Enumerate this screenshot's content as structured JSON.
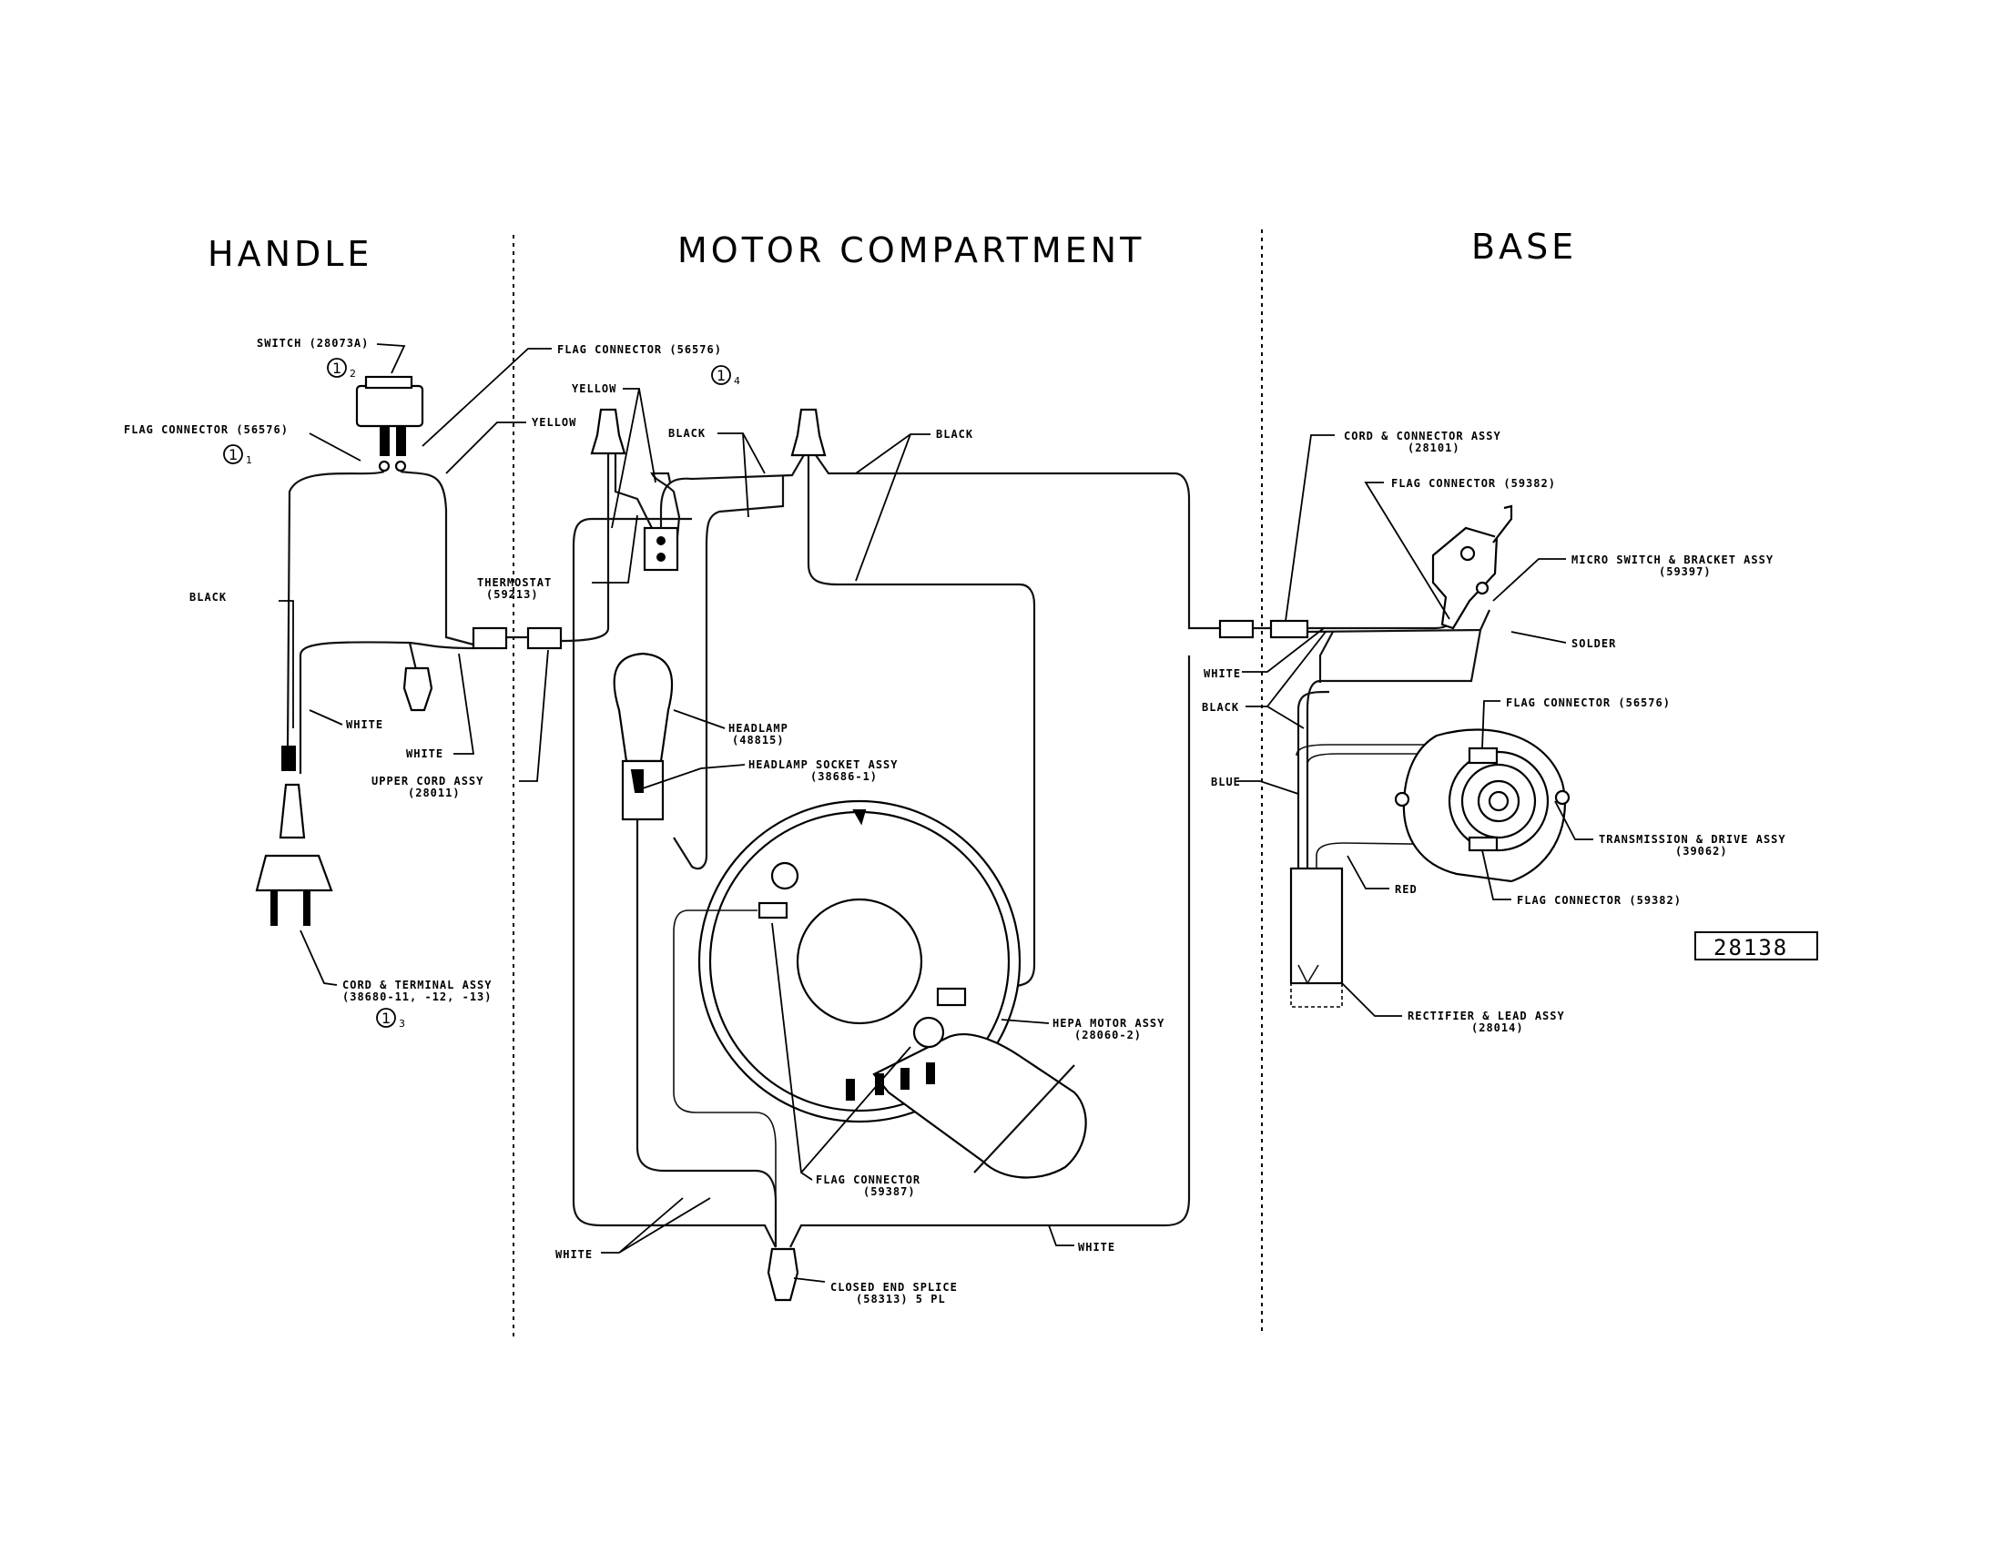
{
  "sections": {
    "handle": "HANDLE",
    "motor": "MOTOR COMPARTMENT",
    "base": "BASE"
  },
  "labels": {
    "switch": "SWITCH (28073A)",
    "flag_56576_a": "FLAG CONNECTOR (56576)",
    "flag_56576_b": "FLAG CONNECTOR (56576)",
    "yellow_1": "YELLOW",
    "yellow_2": "YELLOW",
    "black_1": "BLACK",
    "black_2": "BLACK",
    "black_3": "BLACK",
    "thermostat_1": "THERMOSTAT",
    "thermostat_2": "(59213)",
    "white_1": "WHITE",
    "white_2": "WHITE",
    "upper_cord_1": "UPPER CORD ASSY",
    "upper_cord_2": "(28011)",
    "cord_terminal_1": "CORD & TERMINAL ASSY",
    "cord_terminal_2": "(38680-11, -12, -13)",
    "headlamp_1": "HEADLAMP",
    "headlamp_2": "(48815)",
    "headlamp_socket_1": "HEADLAMP SOCKET ASSY",
    "headlamp_socket_2": "(38686-1)",
    "hepa_1": "HEPA MOTOR ASSY",
    "hepa_2": "(28060-2)",
    "flag_59387_1": "FLAG CONNECTOR",
    "flag_59387_2": "(59387)",
    "white_3": "WHITE",
    "white_4": "WHITE",
    "splice_1": "CLOSED END SPLICE",
    "splice_2": "(58313) 5 PL",
    "cord_conn_1": "CORD & CONNECTOR ASSY",
    "cord_conn_2": "(28101)",
    "flag_59382_a": "FLAG CONNECTOR (59382)",
    "micro_1": "MICRO SWITCH & BRACKET ASSY",
    "micro_2": "(59397)",
    "solder": "SOLDER",
    "white_5": "WHITE",
    "black_4": "BLACK",
    "flag_56576_c": "FLAG CONNECTOR (56576)",
    "blue": "BLUE",
    "trans_1": "TRANSMISSION & DRIVE ASSY",
    "trans_2": "(39062)",
    "red": "RED",
    "flag_59382_b": "FLAG CONNECTOR (59382)",
    "rectifier_1": "RECTIFIER & LEAD ASSY",
    "rectifier_2": "(28014)"
  },
  "notes": {
    "n1": "1",
    "n1_sub": "1",
    "n2": "1",
    "n2_sub": "2",
    "n3": "1",
    "n3_sub": "3",
    "n4": "1",
    "n4_sub": "4"
  },
  "reference_number": "28138"
}
